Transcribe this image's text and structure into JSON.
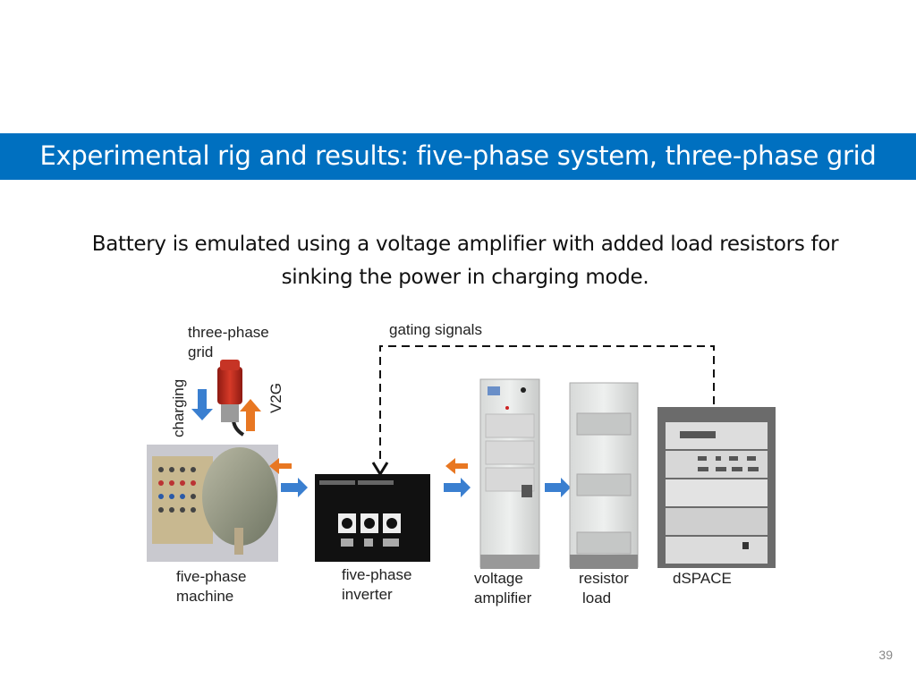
{
  "slide": {
    "title": "Experimental rig and results: five-phase system, three-phase grid",
    "subtitle_line1": "Battery is emulated using a voltage amplifier with added load resistors for",
    "subtitle_line2": "sinking the power in charging mode.",
    "page_number": "39",
    "colors": {
      "title_bar": "#0070c0",
      "charging_arrow": "#3a7fd0",
      "v2g_arrow": "#e87722"
    }
  },
  "diagram": {
    "grid_label_line1": "three-phase",
    "grid_label_line2": "grid",
    "charging_label": "charging",
    "v2g_label": "V2G",
    "gating_label": "gating signals",
    "components": [
      {
        "id": "machine",
        "line1": "five-phase",
        "line2": "machine",
        "icon": "motor-photo"
      },
      {
        "id": "inverter",
        "line1": "five-phase",
        "line2": "inverter",
        "icon": "inverter-photo"
      },
      {
        "id": "amplifier",
        "line1": "voltage",
        "line2": "amplifier",
        "icon": "cabinet-photo"
      },
      {
        "id": "resistor",
        "line1": "resistor",
        "line2": "load",
        "icon": "cabinet-photo"
      },
      {
        "id": "dspace",
        "line1": "dSPACE",
        "line2": "",
        "icon": "rack-photo"
      }
    ]
  }
}
